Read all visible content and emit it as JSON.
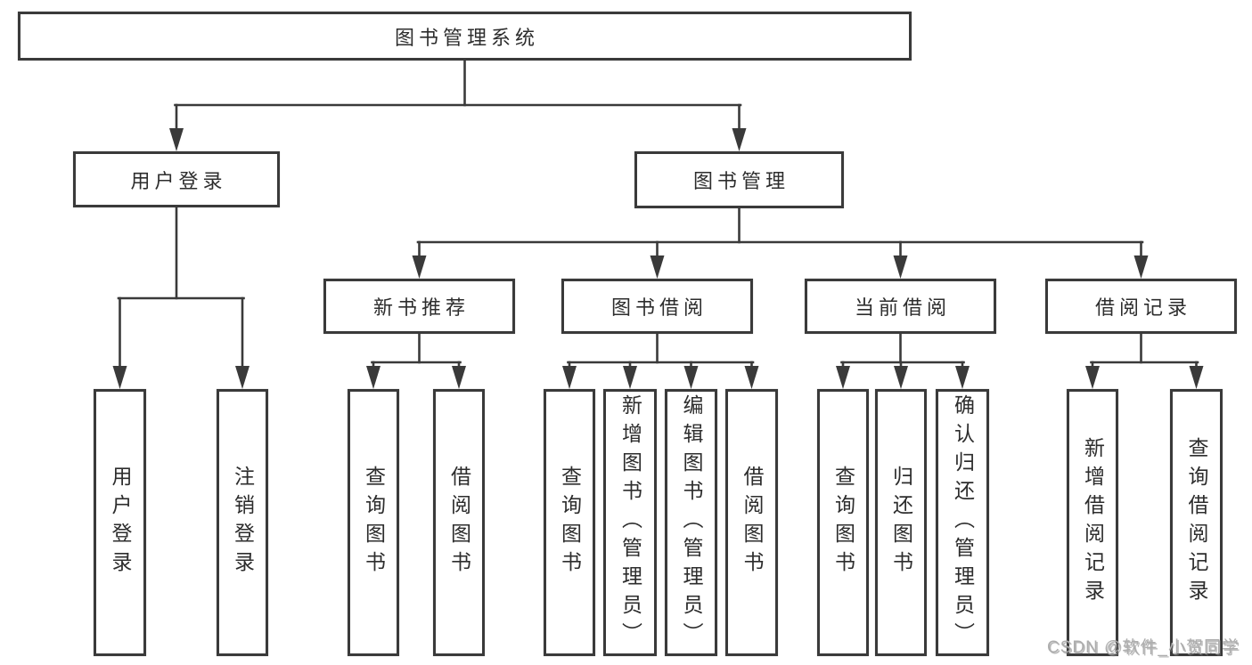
{
  "diagram": {
    "root": {
      "label": "图书管理系统"
    },
    "branches": [
      {
        "label": "用户登录",
        "children": [
          {
            "label": "用户登录"
          },
          {
            "label": "注销登录"
          }
        ]
      },
      {
        "label": "图书管理",
        "children": [
          {
            "label": "新书推荐",
            "children": [
              {
                "label": "查询图书"
              },
              {
                "label": "借阅图书"
              }
            ]
          },
          {
            "label": "图书借阅",
            "children": [
              {
                "label": "查询图书"
              },
              {
                "label": "新增图书（管理员）"
              },
              {
                "label": "编辑图书（管理员）"
              },
              {
                "label": "借阅图书"
              }
            ]
          },
          {
            "label": "当前借阅",
            "children": [
              {
                "label": "查询图书"
              },
              {
                "label": "归还图书"
              },
              {
                "label": "确认归还（管理员）"
              }
            ]
          },
          {
            "label": "借阅记录",
            "children": [
              {
                "label": "新增借阅记录"
              },
              {
                "label": "查询借阅记录"
              }
            ]
          }
        ]
      }
    ]
  },
  "watermark": {
    "text": "CSDN @软件_小贺同学"
  },
  "colors": {
    "line": "#3a3a3a",
    "text": "#2d2d2d",
    "box_bg": "#ffffff",
    "background": "#ffffff",
    "watermark": "#adadad"
  }
}
